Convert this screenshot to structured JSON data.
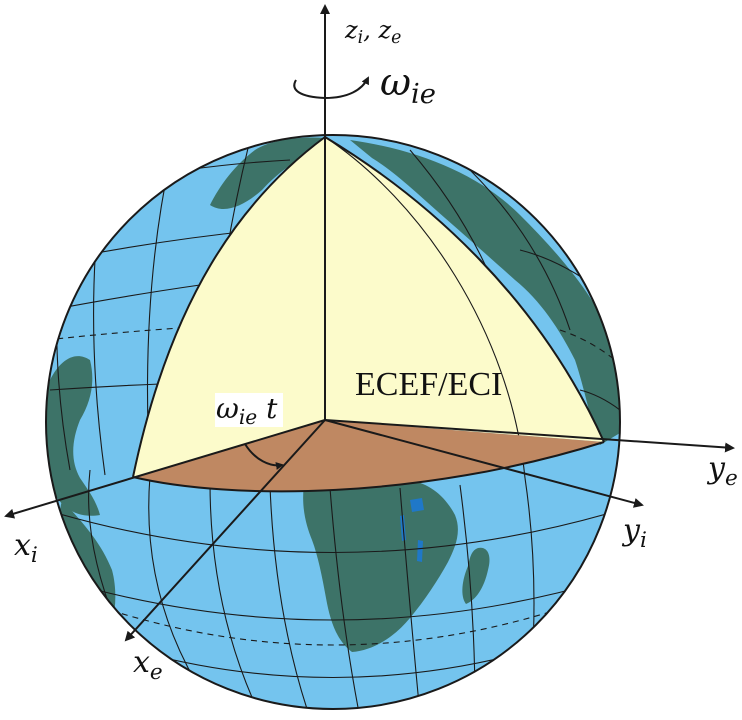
{
  "colors": {
    "ocean": "#74c4ee",
    "land": "#3d7368",
    "cutaway_plane": "#fcfbcb",
    "equatorial_plane": "#bf8862",
    "lake": "#1f78c8",
    "line": "#1a1a1a"
  },
  "labels": {
    "z_axis": {
      "base1": "z",
      "sub1": "i",
      "sep": ", ",
      "base2": "z",
      "sub2": "e"
    },
    "rotation": {
      "base": "ω",
      "sub": "ie"
    },
    "angle": {
      "base": "ω",
      "sub": "ie",
      "suffix": " t"
    },
    "frame": "ECEF/ECI",
    "x_i": {
      "base": "x",
      "sub": "i"
    },
    "x_e": {
      "base": "x",
      "sub": "e"
    },
    "y_i": {
      "base": "y",
      "sub": "i"
    },
    "y_e": {
      "base": "y",
      "sub": "e"
    }
  },
  "icons": {
    "rotation_arrow": "curved-rotation-arrow-icon",
    "angle_arrow": "angle-arc-arrow-icon"
  }
}
